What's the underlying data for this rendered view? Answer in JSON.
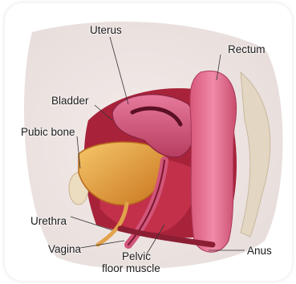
{
  "labels": {
    "uterus": "Uterus",
    "rectum": "Rectum",
    "bladder": "Bladder",
    "pubic_bone": "Pubic bone",
    "urethra": "Urethra",
    "vagina": "Vagina",
    "pelvic_floor_muscle_line1": "Pelvic",
    "pelvic_floor_muscle_line2": "floor muscle",
    "anus": "Anus"
  }
}
